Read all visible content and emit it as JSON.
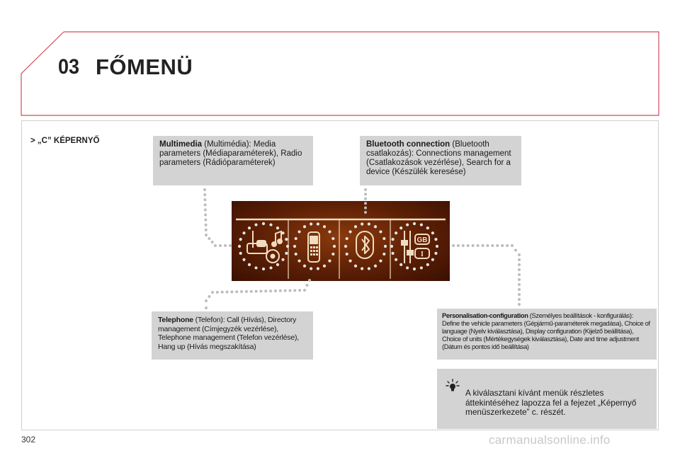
{
  "header": {
    "chapter_number": "03",
    "chapter_title": "FŐMENÜ"
  },
  "screen_label": "> „C” KÉPERNYŐ",
  "boxes": {
    "multimedia": {
      "title": "Multimedia",
      "text": " (Multimédia): Media parameters (Médiaparaméterek), Radio parameters (Rádióparaméterek)"
    },
    "bluetooth": {
      "title": "Bluetooth connection",
      "text": " (Bluetooth csatlakozás): Connections management (Csatlakozások vezérlése), Search for a device (Készülék keresése)"
    },
    "telephone": {
      "title": "Telephone",
      "text": " (Telefon): Call (Hívás), Directory management (Címjegyzék vezérlése), Telephone management (Telefon vezérlése), Hang up (Hívás megszakítása)"
    },
    "personalisation": {
      "title": "Personalisation-configuration",
      "text": " (Személyes beállítások - konfigurálás): Define the vehicle parameters (Gépjármű-paraméterek megadása), Choice of language (Nyelv kiválasztása), Display configuration (Kijelző beállítása), Choice of units (Mértékegységek kiválasztása), Date and time adjustment (Dátum és pontos idő beállítása)"
    },
    "tip": {
      "text": "A kiválasztani kívánt menük részletes áttekintéséhez lapozza fel a fejezet „Képernyő menüszerkezete” c. részét."
    }
  },
  "screen_icons": [
    "multimedia-icon",
    "telephone-icon",
    "bluetooth-icon",
    "settings-icon"
  ],
  "screen_badges": {
    "language": "GB",
    "units": "I"
  },
  "page_number": "302",
  "watermark": "carmanualsonline.info",
  "colors": {
    "header_border": "#d24a5a",
    "box_gray": "#d3d3d3",
    "screen_brown": "#5c1f05",
    "icon_cream": "#f2dcc0",
    "dots": "#bdbdbd"
  }
}
